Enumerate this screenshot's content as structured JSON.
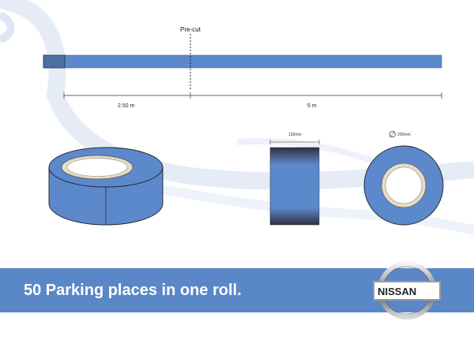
{
  "tape_strip": {
    "precut_label": "Pre-cut",
    "segment_left": "2.50 m",
    "segment_right": "5 m"
  },
  "dimensions": {
    "width_label": "130mm",
    "diameter_symbol": "∅",
    "diameter_label": "200mm"
  },
  "banner": {
    "tagline": "50 Parking places in one roll.",
    "brand": "NISSAN"
  },
  "colors": {
    "tape_blue": "#5b89cb",
    "banner_blue": "#5a87c7",
    "swoosh": "#e6ecf6",
    "core": "#e6dcc5"
  }
}
